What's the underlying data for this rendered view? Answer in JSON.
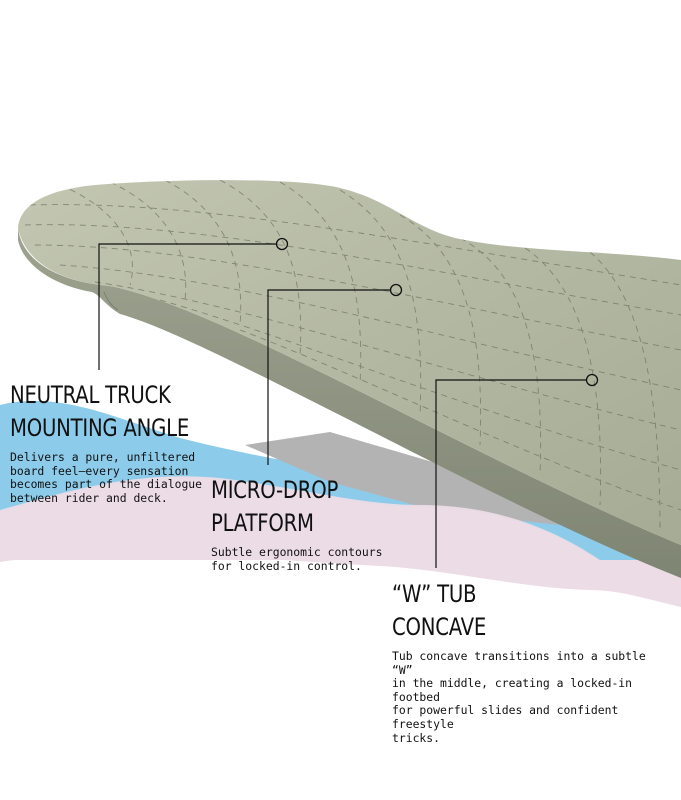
{
  "features": [
    {
      "title_line1": "Neutral Truck",
      "title_line2": "Mounting Angle",
      "description": "Delivers a pure, unfiltered\nboard feel—every sensation\nbecomes part of the dialogue\nbetween rider and deck."
    },
    {
      "title_line1": "Micro-Drop",
      "title_line2": "Platform",
      "description": "Subtle ergonomic contours\nfor locked-in control."
    },
    {
      "title_line1": "“W” Tub",
      "title_line2": "Concave",
      "description": "Tub concave transitions into a subtle “W”\nin the middle, creating a locked-in footbed\nfor powerful slides and confident freestyle\ntricks."
    }
  ],
  "colors": {
    "deck": "#b5baa4",
    "deck_edge": "#8f9582",
    "wave_blue": "#8ccbea",
    "wave_pink": "#ecdce6",
    "shadow_gray": "#b3b3b3",
    "text": "#111111"
  }
}
